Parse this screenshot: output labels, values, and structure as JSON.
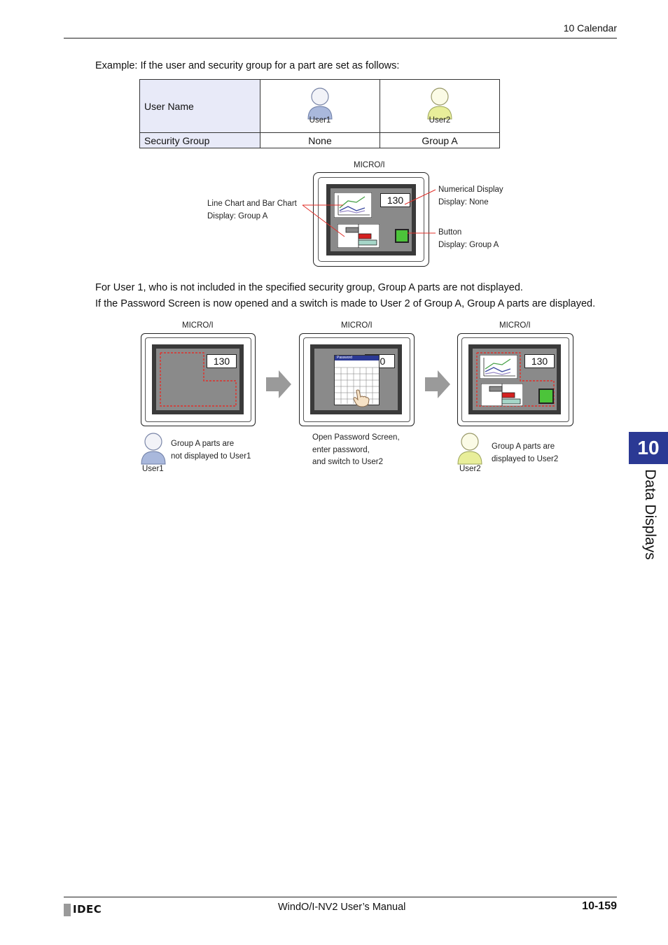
{
  "header": {
    "section": "10 Calendar"
  },
  "intro": "Example: If the user and security group for a part are set as follows:",
  "table": {
    "row1_label": "User Name",
    "row2_label": "Security Group",
    "user1": "User1",
    "user2": "User2",
    "group1": "None",
    "group2": "Group A"
  },
  "diagram1": {
    "device_label": "MICRO/I",
    "chart_callout_l1": "Line Chart and Bar Chart",
    "chart_callout_l2": "Display: Group A",
    "numeric_callout_l1": "Numerical Display",
    "numeric_callout_l2": "Display: None",
    "button_callout_l1": "Button",
    "button_callout_l2": "Display: Group A",
    "value": "130"
  },
  "para1": "For User 1, who is not included in the specified security group, Group A parts are not displayed.",
  "para2": "If the Password Screen is now opened and a switch is made to User 2 of Group A, Group A parts are displayed.",
  "diagram2": {
    "device_label_1": "MICRO/I",
    "device_label_2": "MICRO/I",
    "device_label_3": "MICRO/I",
    "value_1": "130",
    "value_2": "30",
    "value_3": "130",
    "password_title": "Password",
    "note1_l1": "Group A parts are",
    "note1_l2": "not displayed to User1",
    "note1_user": "User1",
    "note2_l1": "Open Password Screen,",
    "note2_l2": "enter password,",
    "note2_l3": "and switch to User2",
    "note3_l1": "Group A parts are",
    "note3_l2": "displayed to User2",
    "note3_user": "User2"
  },
  "chapter": {
    "number": "10",
    "title": "Data Displays"
  },
  "footer": {
    "logo": "IDEC",
    "manual": "WindO/I-NV2 User’s Manual",
    "page": "10-159"
  },
  "colors": {
    "accent": "#2b3994",
    "bar_red": "#d42020",
    "green": "#4cc43a",
    "dash_red": "#e0302a"
  }
}
